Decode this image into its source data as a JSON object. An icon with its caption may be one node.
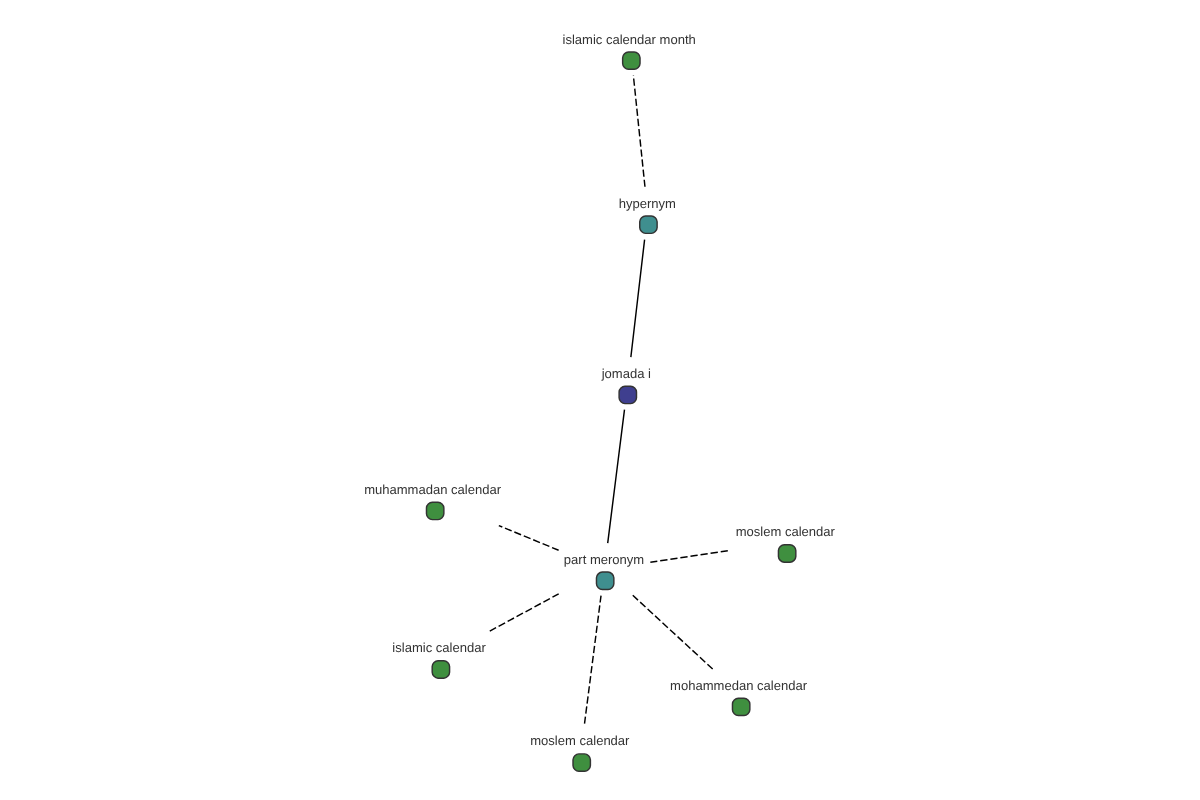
{
  "diagram": {
    "nodes": [
      {
        "text": [
          "islamic calendar month"
        ]
      },
      {
        "text": [
          "moslem calendar"
        ]
      },
      {
        "text": [
          "moslem calendar"
        ]
      },
      {
        "text": [
          "muhammadan calendar"
        ]
      },
      {
        "text": [
          "hypernym"
        ]
      },
      {
        "text": [
          "part meronym"
        ]
      },
      {
        "text": [
          "islamic calendar"
        ]
      },
      {
        "text": [
          "jomada i"
        ]
      },
      {
        "text": [
          "mohammedan calendar"
        ]
      }
    ],
    "edges": [
      {
        "from": 7,
        "to": 4,
        "arrow": "none"
      },
      {
        "from": 7,
        "to": 5,
        "arrow": "none"
      },
      {
        "from": 4,
        "to": 0,
        "arrow": "none",
        "style": "dashed"
      },
      {
        "from": 5,
        "to": 1,
        "arrow": "none",
        "style": "dashed"
      },
      {
        "from": 5,
        "to": 2,
        "arrow": "none",
        "style": "dashed"
      },
      {
        "from": 5,
        "to": 3,
        "arrow": "none",
        "style": "dashed"
      },
      {
        "from": 5,
        "to": 6,
        "arrow": "none",
        "style": "dashed"
      },
      {
        "from": 5,
        "to": 8,
        "arrow": "none",
        "style": "dashed"
      }
    ]
  }
}
